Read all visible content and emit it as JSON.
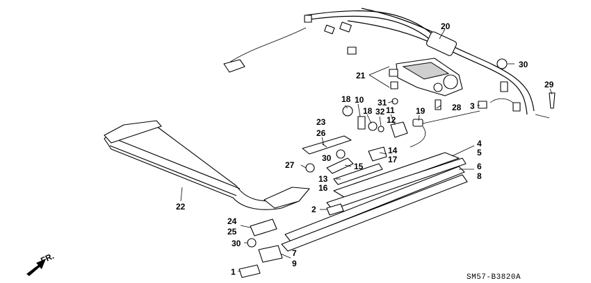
{
  "diagram": {
    "drawing_code": "SM57-B3820A",
    "direction_marker": "FR.",
    "callouts": {
      "c1": "1",
      "c2": "2",
      "c3": "3",
      "c4": "4",
      "c5": "5",
      "c6": "6",
      "c7": "7",
      "c8": "8",
      "c9": "9",
      "c10": "10",
      "c11": "11",
      "c12": "12",
      "c13": "13",
      "c14": "14",
      "c15": "15",
      "c16": "16",
      "c17": "17",
      "c18a": "18",
      "c18b": "18",
      "c19": "19",
      "c20": "20",
      "c21": "21",
      "c22": "22",
      "c23": "23",
      "c24": "24",
      "c25": "25",
      "c26": "26",
      "c27": "27",
      "c28": "28",
      "c29": "29",
      "c30a": "30",
      "c30b": "30",
      "c30c": "30",
      "c31": "31",
      "c32": "32"
    }
  }
}
